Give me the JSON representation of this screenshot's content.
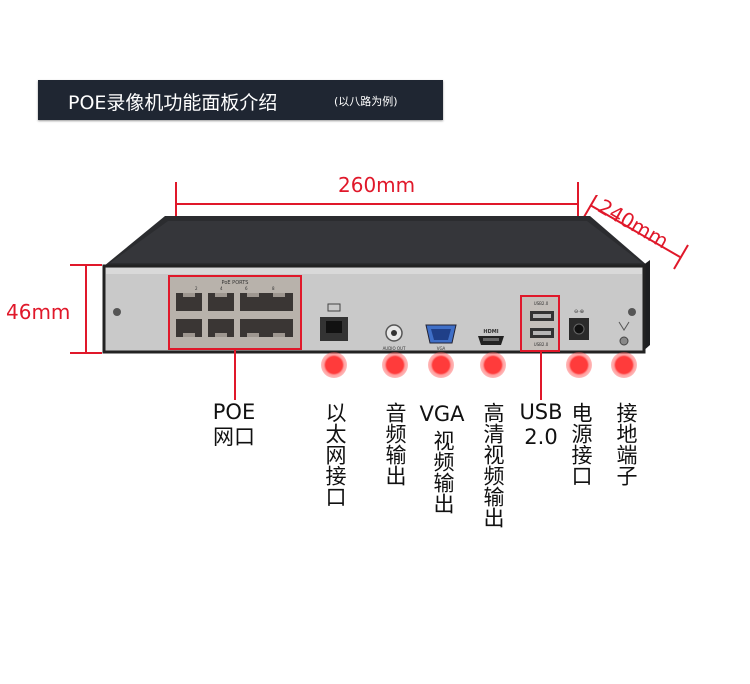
{
  "banner": {
    "title": "POE录像机功能面板介绍",
    "subtitle": "(以八路为例)"
  },
  "dimensions": {
    "width": "260mm",
    "depth": "240mm",
    "height": "46mm"
  },
  "panel_markings": {
    "poe_ports": "PoE PORTS",
    "poe_numbers": [
      "2",
      "4",
      "6",
      "8"
    ],
    "audio_out": "AUDIO OUT",
    "vga": "VGA",
    "hdmi": "HDMI",
    "usb_top": "USB2.0",
    "usb_bottom": "USB2.0"
  },
  "callouts": [
    {
      "id": "poe",
      "line1": "POE",
      "line2": "网口"
    },
    {
      "id": "ethernet",
      "label": "以太网接口"
    },
    {
      "id": "audio",
      "label": "音频输出"
    },
    {
      "id": "vga",
      "line1": "VGA",
      "line2": "视频输出"
    },
    {
      "id": "hdmi",
      "label": "高清视频输出"
    },
    {
      "id": "usb",
      "line1": "USB",
      "line2": "2.0"
    },
    {
      "id": "power",
      "label": "电源接口"
    },
    {
      "id": "ground",
      "label": "接地端子"
    }
  ],
  "colors": {
    "accent": "#e0182a",
    "banner_bg": "#1f2632",
    "device_face": "#c9c9c9",
    "device_top": "#2b2c2f"
  }
}
